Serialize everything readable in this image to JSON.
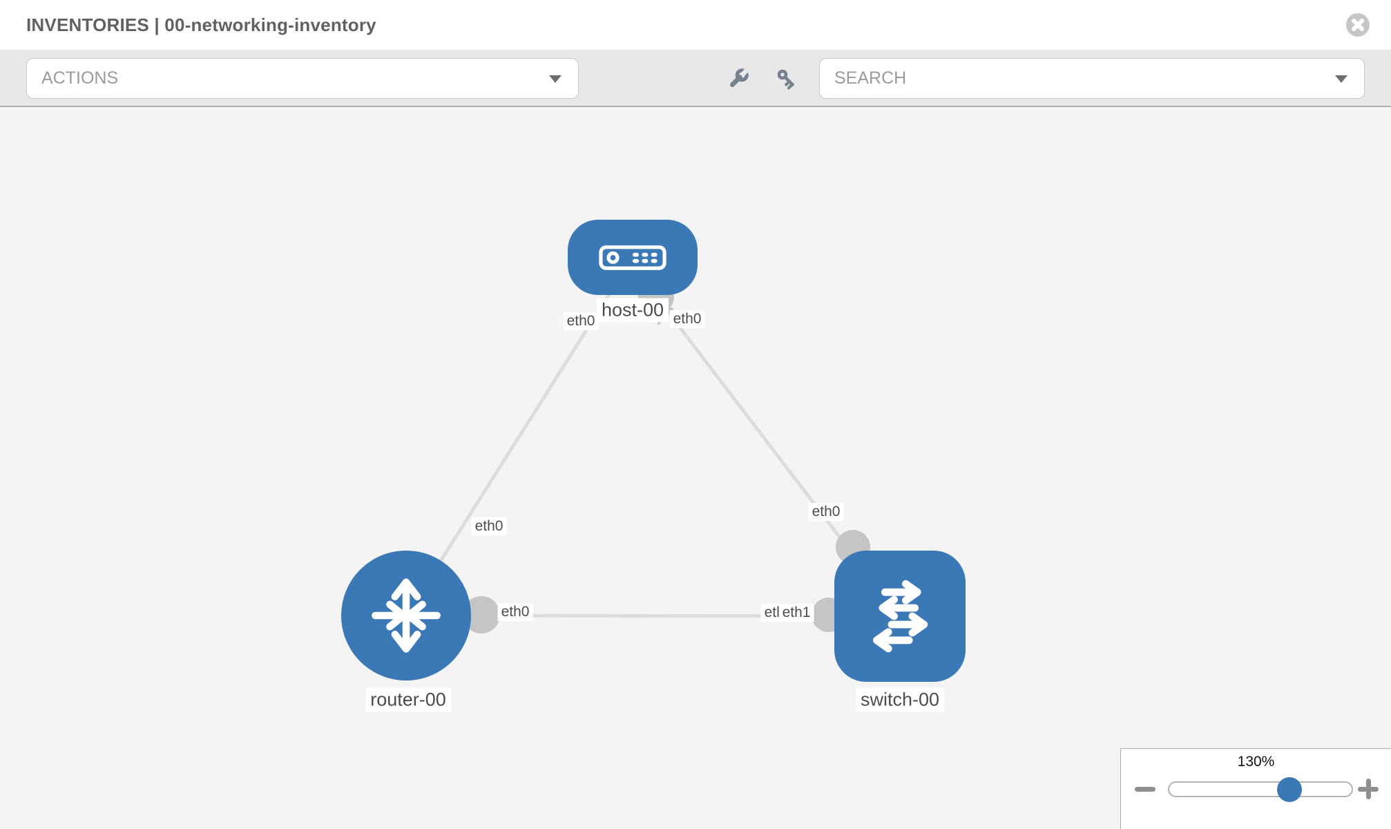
{
  "header": {
    "title": "INVENTORIES | 00-networking-inventory"
  },
  "toolbar": {
    "actions_label": "ACTIONS",
    "search_label": "SEARCH"
  },
  "topology": {
    "nodes": [
      {
        "id": "host-00",
        "type": "host",
        "label": "host-00"
      },
      {
        "id": "router-00",
        "type": "router",
        "label": "router-00"
      },
      {
        "id": "switch-00",
        "type": "switch",
        "label": "switch-00"
      }
    ],
    "links": [
      {
        "a": "host-00",
        "a_interface": "eth0",
        "b": "router-00",
        "b_interface": "eth0"
      },
      {
        "a": "host-00",
        "a_interface": "eth0",
        "b": "switch-00",
        "b_interface": "eth0"
      },
      {
        "a": "router-00",
        "a_interface": "eth0",
        "b": "switch-00",
        "b_interface": "eth1"
      }
    ],
    "port_labels": {
      "host_to_router": "eth0",
      "host_to_switch": "eth0",
      "router_to_host": "eth0",
      "switch_to_host": "eth0",
      "router_to_switch": "eth0",
      "switch_overlap_back": "eth0",
      "switch_to_router": "eth1"
    }
  },
  "zoom_control": {
    "level": "130%"
  },
  "colors": {
    "node_blue": "#3a79b5",
    "link_gray": "#dcdcdc",
    "connector_gray": "#c5c5c5",
    "toolbar_gray": "#e8e8e8",
    "canvas_gray": "#f4f4f4",
    "icon_gray": "#76828f"
  }
}
